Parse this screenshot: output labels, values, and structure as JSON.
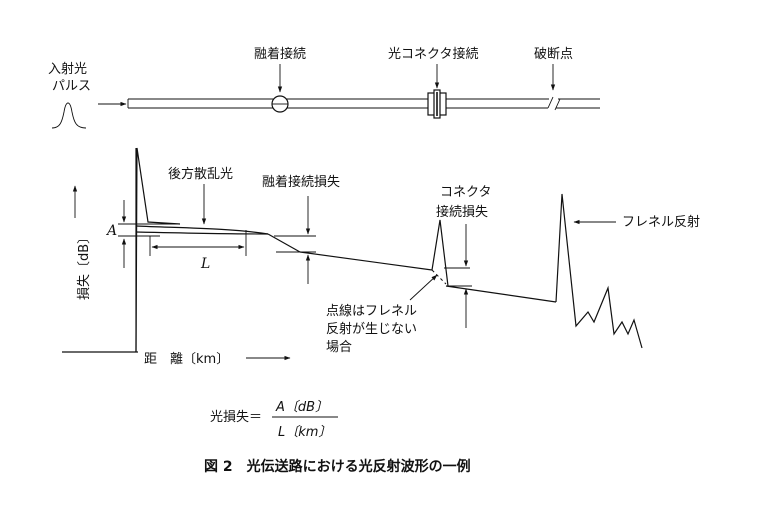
{
  "labels": {
    "input_pulse_1": "入射光",
    "input_pulse_2": "パルス",
    "fusion_splice": "融着接続",
    "connector_splice": "光コネクタ接続",
    "break_point": "破断点",
    "backscatter": "後方散乱光",
    "fusion_loss": "融着接続損失",
    "connector_loss_1": "コネクタ",
    "connector_loss_2": "接続損失",
    "fresnel": "フレネル反射",
    "a_label": "A",
    "l_label": "L",
    "y_axis": "損失〔dB〕",
    "x_axis": "距　離〔km〕",
    "dotted_note_1": "点線はフレネル",
    "dotted_note_2": "反射が生じない",
    "dotted_note_3": "場合"
  },
  "formula": {
    "lhs": "光損失＝",
    "numerator": "A〔dB〕",
    "denominator": "L〔km〕"
  },
  "caption": "図 2　光伝送路における光反射波形の一例"
}
